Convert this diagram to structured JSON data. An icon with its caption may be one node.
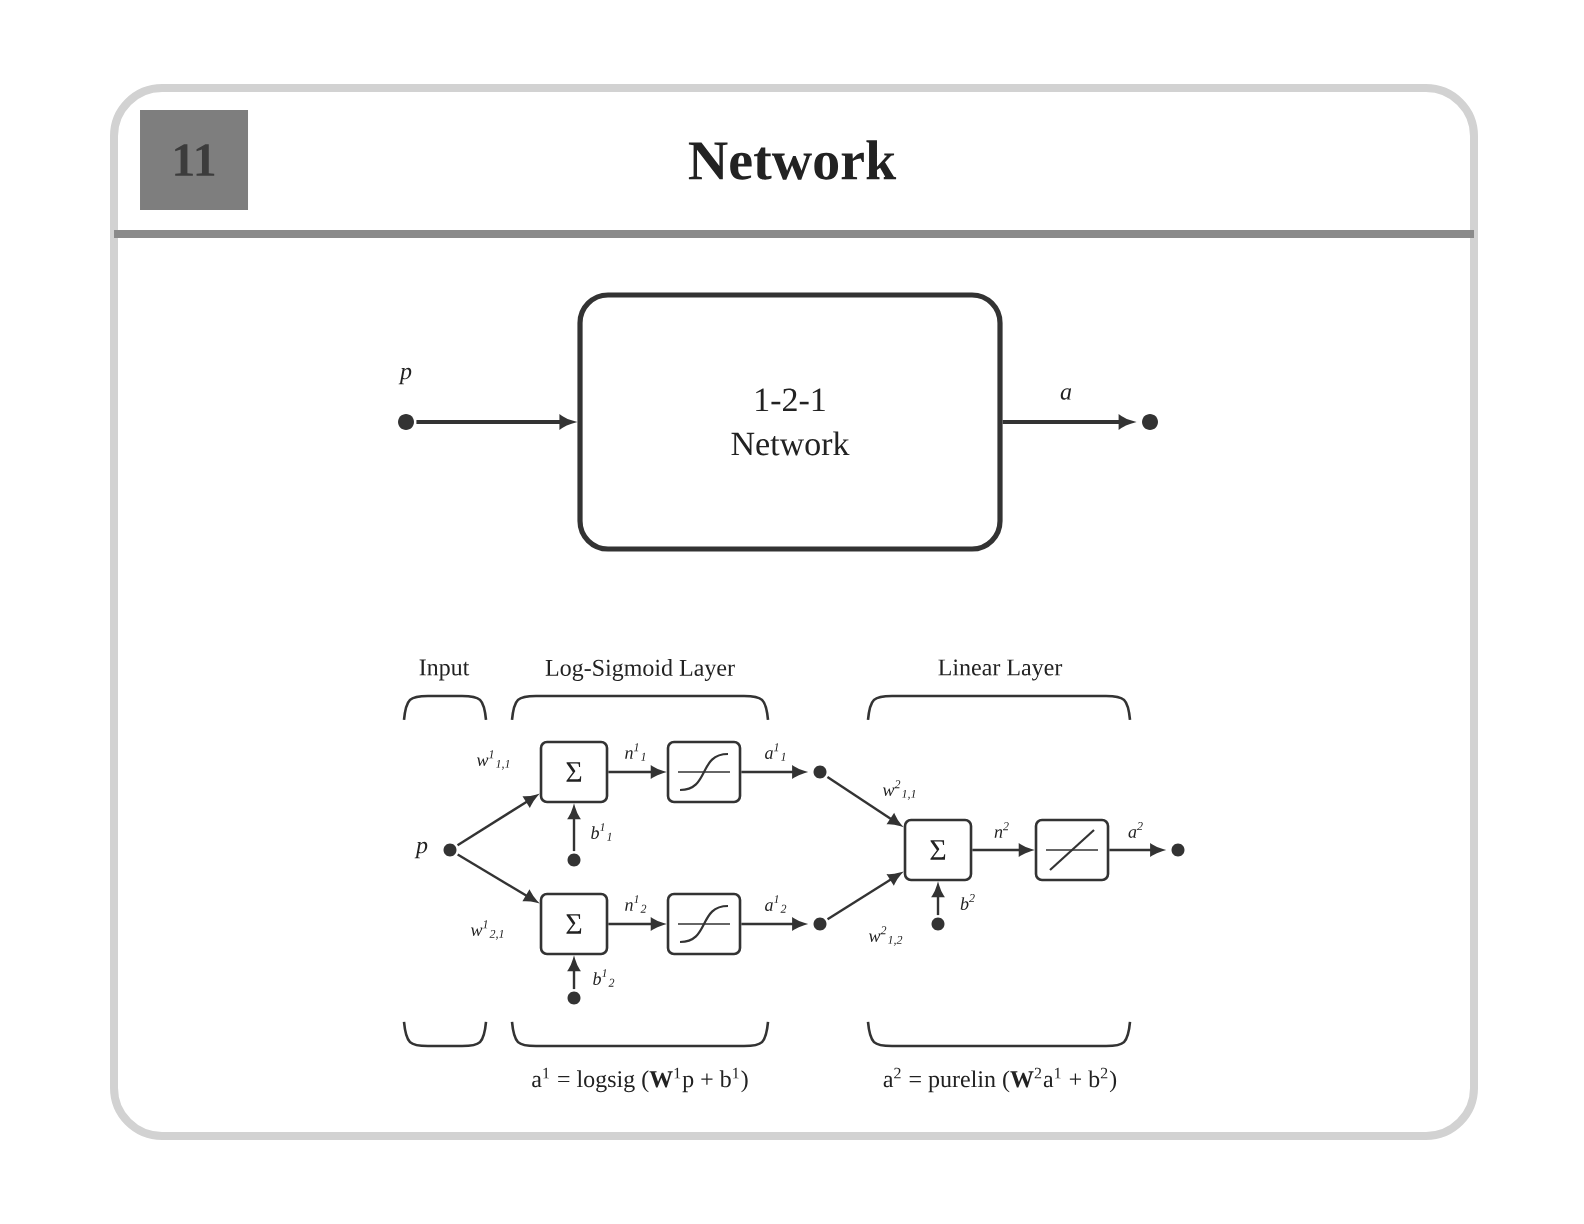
{
  "diagram": {
    "title": "Network",
    "nodes": [
      {
        "text": [
          "11"
        ]
      },
      {
        "text": [],
        "shape": "circle",
        "beside": [
          "p"
        ]
      },
      {
        "text": [
          "1-2-1 Network"
        ]
      },
      {
        "text": [],
        "shape": "circle"
      },
      {
        "text": [],
        "shape": "circle",
        "beside": [
          "p"
        ]
      },
      {
        "text": [
          "Σ"
        ]
      },
      {
        "text": [],
        "shape": "box"
      },
      {
        "text": [],
        "shape": "circle"
      },
      {
        "text": [],
        "shape": "circle"
      },
      {
        "text": [
          "Σ"
        ]
      },
      {
        "text": [],
        "shape": "box"
      },
      {
        "text": [],
        "shape": "circle"
      },
      {
        "text": [],
        "shape": "circle"
      },
      {
        "text": [
          "Σ"
        ]
      },
      {
        "text": [],
        "shape": "circle"
      },
      {
        "text": [],
        "shape": "box"
      },
      {
        "text": [],
        "shape": "circle"
      }
    ],
    "edges": [
      {
        "from": 1,
        "to": 2,
        "arrow": "to"
      },
      {
        "from": 2,
        "to": 3,
        "arrow": "to",
        "label": "a"
      },
      {
        "from": 4,
        "to": 5,
        "arrow": "to",
        "label": "w$^{1}$$_{1,1}$"
      },
      {
        "from": 4,
        "to": 9,
        "arrow": "to",
        "label": "w$^{1}$$_{2,1}$"
      },
      {
        "from": 5,
        "to": 6,
        "arrow": "to",
        "label": "n$^{1}$$_{1}$"
      },
      {
        "from": 6,
        "to": 7,
        "arrow": "to",
        "label": "a$^{1}$$_{1}$"
      },
      {
        "from": 8,
        "to": 5,
        "arrow": "to",
        "label": "b$^{1}$$_{1}$"
      },
      {
        "from": 9,
        "to": 10,
        "arrow": "to",
        "label": "n$^{1}$$_{2}$"
      },
      {
        "from": 10,
        "to": 11,
        "arrow": "to",
        "label": "a$^{1}$$_{2}$"
      },
      {
        "from": 12,
        "to": 9,
        "arrow": "to",
        "label": "b$^{1}$$_{2}$"
      },
      {
        "from": 7,
        "to": 13,
        "arrow": "to",
        "label": "w$^{2}$$_{1,1}$"
      },
      {
        "from": 11,
        "to": 13,
        "arrow": "to",
        "label": "w$^{2}$$_{1,2}$"
      },
      {
        "from": 14,
        "to": 13,
        "arrow": "to",
        "label": "b$^{2}$"
      },
      {
        "from": 13,
        "to": 15,
        "arrow": "to",
        "label": "n$^{2}$"
      },
      {
        "from": 15,
        "to": 16,
        "arrow": "to",
        "label": "a$^{2}$"
      }
    ],
    "labels": [
      "Input",
      "Log-Sigmoid Layer",
      "Linear Layer",
      "a$^{1}$ = logsig (**W**$^{1}$p + b$^{1}$)",
      "a$^{2}$ = purelin (**W**$^{2}$a$^{1}$ + b$^{2}$)"
    ]
  }
}
